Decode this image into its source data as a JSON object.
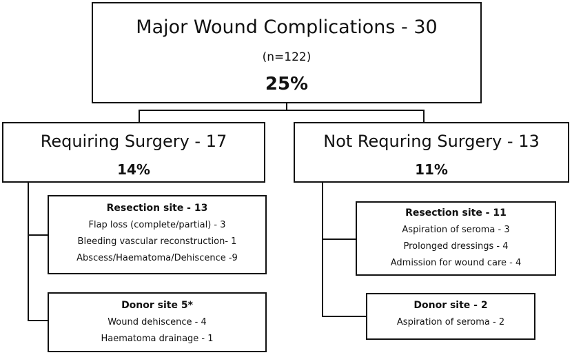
{
  "top": {
    "title": "Major Wound Complications - 30",
    "n": "(n=122)",
    "percent": "25%"
  },
  "left": {
    "title": "Requiring Surgery - 17",
    "percent": "14%",
    "resection": {
      "header": "Resection site - 13",
      "items": [
        "Flap loss (complete/partial) - 3",
        "Bleeding vascular reconstruction- 1",
        "Abscess/Haematoma/Dehiscence  -9"
      ]
    },
    "donor": {
      "header": "Donor site   5*",
      "items": [
        "Wound dehiscence  - 4",
        "Haematoma drainage  - 1"
      ]
    }
  },
  "right": {
    "title": "Not Requring Surgery - 13",
    "percent": "11%",
    "resection": {
      "header": "Resection site - 11",
      "items": [
        "Aspiration of seroma - 3",
        "Prolonged dressings - 4",
        "Admission for wound care - 4"
      ]
    },
    "donor": {
      "header": "Donor site - 2",
      "items": [
        "Aspiration of seroma - 2"
      ]
    }
  }
}
